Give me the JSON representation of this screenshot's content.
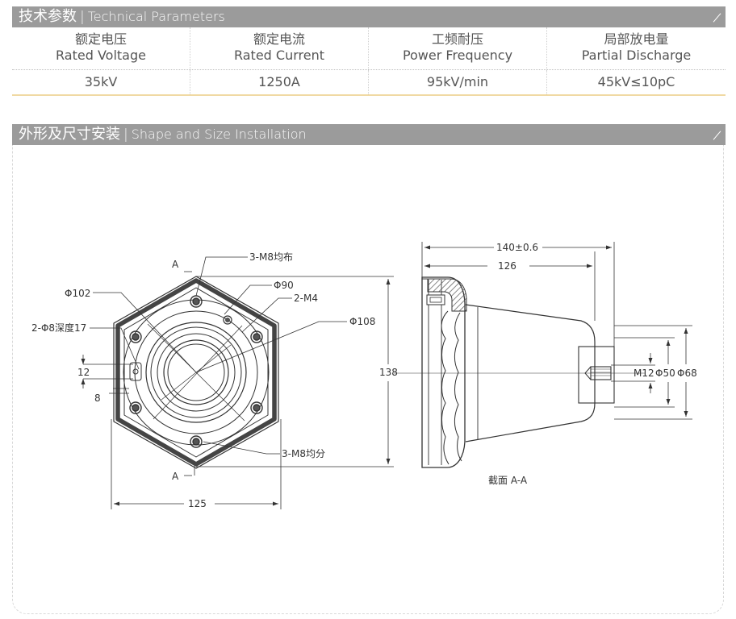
{
  "section1": {
    "title_cn": "技术参数",
    "separator": "|",
    "title_en": "Technical Parameters"
  },
  "parameters": {
    "headers": [
      {
        "zh": "额定电压",
        "en": "Rated Voltage"
      },
      {
        "zh": "额定电流",
        "en": "Rated Current"
      },
      {
        "zh": "工频耐压",
        "en": "Power Frequency"
      },
      {
        "zh": "局部放电量",
        "en": "Partial Discharge"
      }
    ],
    "values": [
      "35kV",
      "1250A",
      "95kV/min",
      "45kV≤10pC"
    ]
  },
  "section2": {
    "title_cn": "外形及尺寸安装",
    "separator": "|",
    "title_en": "Shape and Size Installation"
  },
  "drawing": {
    "front_view": {
      "label_3m8_top": "3-M8均布",
      "label_phi102": "Φ102",
      "label_phi90": "Φ90",
      "label_2m4": "2-M4",
      "label_phi108": "Φ108",
      "label_2phi8": "2-Φ8深度17",
      "label_12": "12",
      "label_8": "8",
      "label_138": "138",
      "label_3m8_bottom": "3-M8均分",
      "label_125": "125",
      "section_mark_top": "A",
      "section_mark_bottom": "A"
    },
    "side_view": {
      "label_140": "140±0.6",
      "label_126": "126",
      "label_m12": "M12",
      "label_phi50": "Φ50",
      "label_phi68": "Φ68",
      "caption": "截面 A-A"
    }
  }
}
